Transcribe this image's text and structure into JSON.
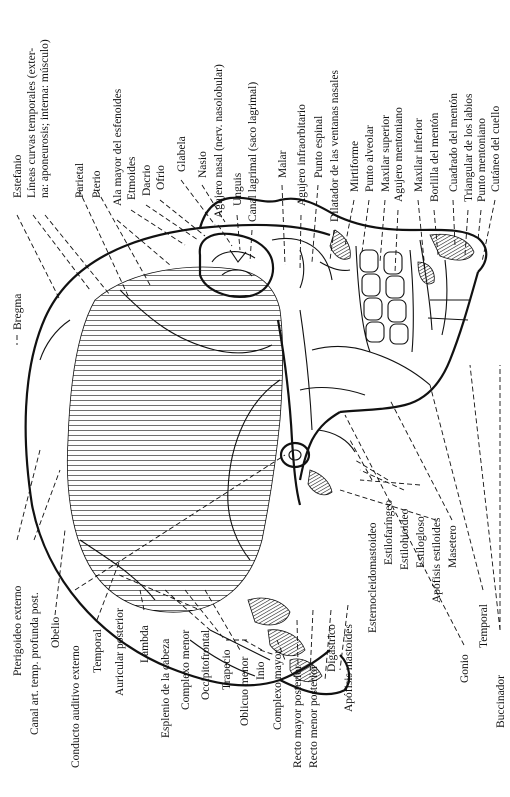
{
  "title": "",
  "top_labels": [
    "Estefanio",
    "Líneas curvas temporales (exter-",
    "na: aponeurosis; interna: músculo)",
    "Parietal",
    "Pterio",
    "Ala mayor del esfenoides",
    "Etmoides",
    "Dacrio",
    "Ofrio",
    "Glabela",
    "Nasio",
    "Agujero nasal (nerv. nasolobular)",
    "Unguis",
    "Canal lagrimal (saco lagrimal)",
    "Malar",
    "Agujero infraorbitario",
    "Punto espinal",
    "Dilatador de las ventanas nasales",
    "Mirtiforme",
    "Punto alveolar",
    "Maxilar superior",
    "Agujero mentoniano",
    "Maxilar inferior",
    "Borlilla del mentón",
    "Cuadrado del mentón",
    "Triangular de los labios",
    "Punto mentoniano",
    "Cutáneo del cuello"
  ],
  "left_labels": [
    "Bregma"
  ],
  "bottom_labels": [
    "Pterigoideo externo",
    "Canal art. temp. profunda post.",
    "Obelio",
    "Conducto auditivo externo",
    "Temporal",
    "Auricular posterior",
    "Lambda",
    "Esplenio de la cabeza",
    "Complexo menor",
    "Occipitofrontal",
    "Trapecio",
    "Oblicuo menor",
    "Inio",
    "Complexo mayor",
    "Recto mayor posterior",
    "Recto menor posterior",
    "Digástrico",
    "Apófisis mastoides",
    "Esternocleidomastoideo",
    "Estilofaríngeo",
    "Estilohioideo",
    "Estilogloso",
    "Apófisis estiloides",
    "Masetero",
    "Gonio",
    "Temporal",
    "Buccinador"
  ]
}
